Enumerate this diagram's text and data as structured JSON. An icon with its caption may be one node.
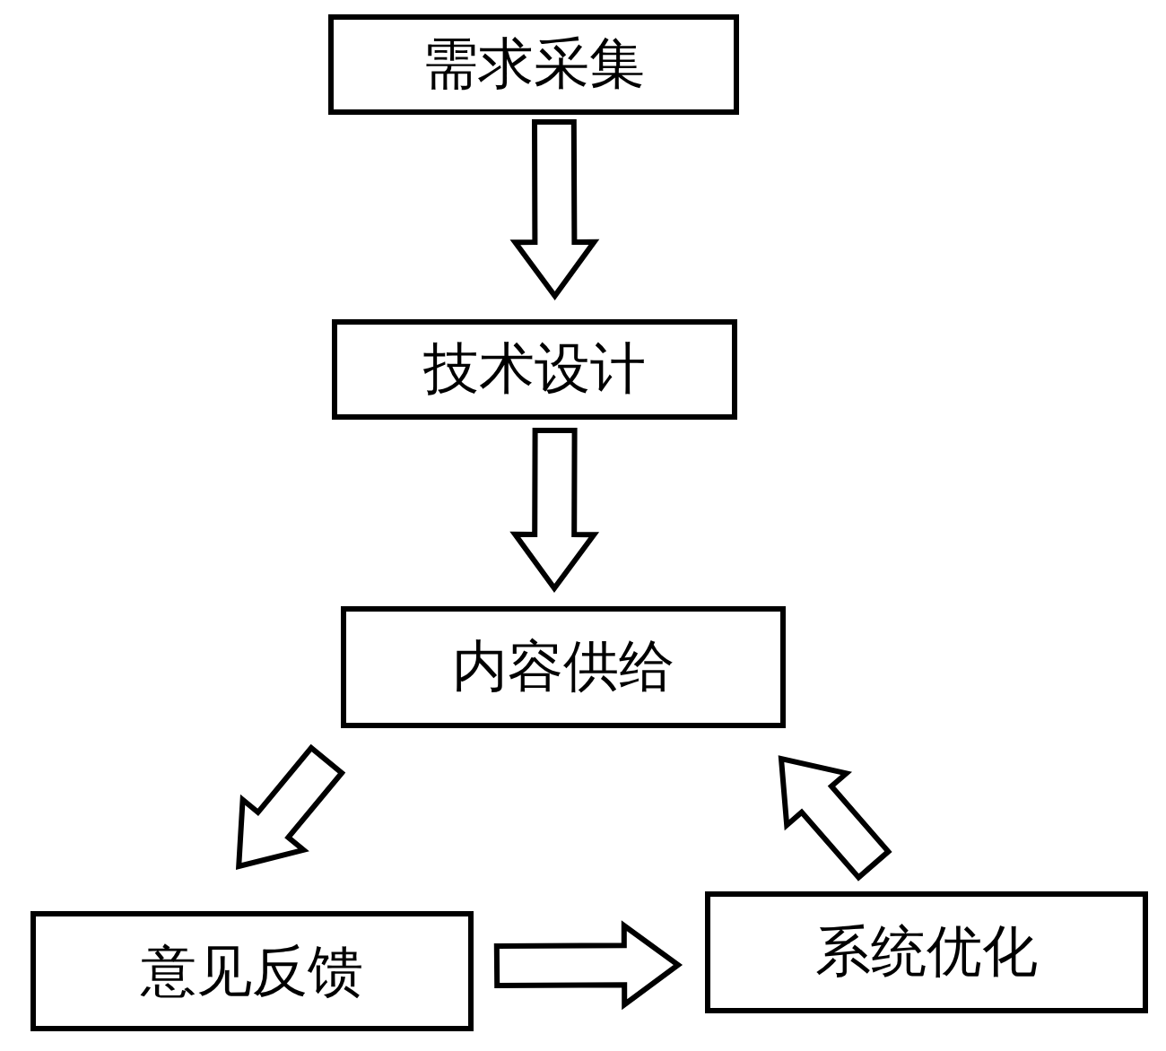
{
  "diagram": {
    "nodes": [
      {
        "text": [
          "需求采集"
        ]
      },
      {
        "text": [
          "技术设计"
        ]
      },
      {
        "text": [
          "内容供给"
        ]
      },
      {
        "text": [
          "意见反馈"
        ]
      },
      {
        "text": [
          "系统优化"
        ]
      }
    ],
    "edges": [
      {
        "from": 0,
        "to": 1,
        "arrow": "to"
      },
      {
        "from": 1,
        "to": 2,
        "arrow": "to"
      },
      {
        "from": 2,
        "to": 3,
        "arrow": "to"
      },
      {
        "from": 3,
        "to": 4,
        "arrow": "to"
      },
      {
        "from": 4,
        "to": 2,
        "arrow": "to"
      }
    ]
  }
}
